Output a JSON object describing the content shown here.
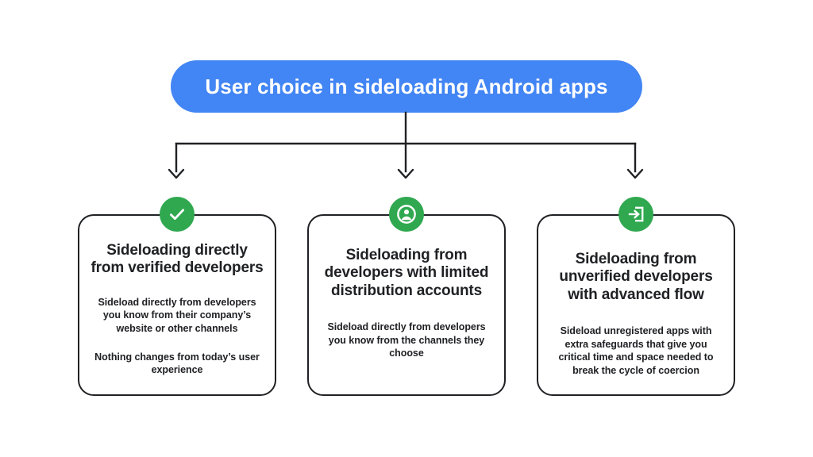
{
  "header": {
    "title": "User choice in sideloading Android apps",
    "background_color": "#4285f4",
    "text_color": "#ffffff"
  },
  "theme": {
    "accent_blue": "#4285f4",
    "accent_green": "#2fa84f",
    "text_color": "#202124",
    "card_border_color": "#202124",
    "page_background": "#ffffff"
  },
  "connectors": {
    "style": "orthogonal-arrows",
    "color": "#202124",
    "count": 3,
    "description": "Vertical stem from header splits into a horizontal bus feeding three downward arrows"
  },
  "cards": [
    {
      "icon": "check-circle-icon",
      "icon_color": "#2fa84f",
      "title": "Sideloading directly from verified developers",
      "paragraphs": [
        "Sideload directly from developers you know from their company’s website or other channels",
        "Nothing changes from today’s user experience"
      ]
    },
    {
      "icon": "account-circle-icon",
      "icon_color": "#2fa84f",
      "title": "Sideloading from developers with limited distribution accounts",
      "paragraphs": [
        "Sideload directly from developers you know from the channels they choose"
      ]
    },
    {
      "icon": "login-arrow-icon",
      "icon_color": "#2fa84f",
      "title": "Sideloading from unverified developers with advanced flow",
      "paragraphs": [
        "Sideload unregistered apps with extra safeguards that give you critical time and space needed to break the cycle of coercion"
      ]
    }
  ]
}
